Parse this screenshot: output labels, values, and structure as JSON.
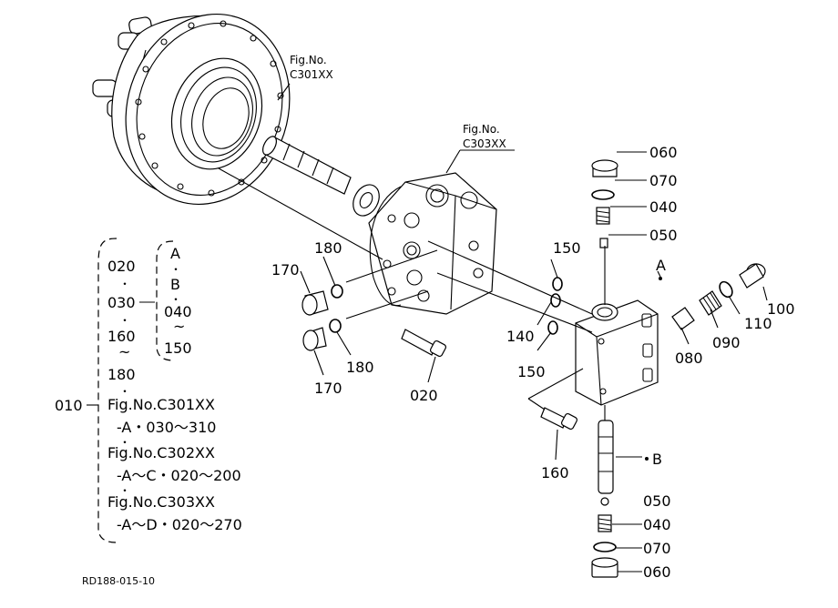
{
  "figure_refs": {
    "upper_left": [
      "Fig.No.",
      "C301XX"
    ],
    "middle": [
      "Fig.No.",
      "C303XX"
    ]
  },
  "callouts": {
    "p060_top": "060",
    "p070_top": "070",
    "p040_top": "040",
    "p050_top": "050",
    "p100": "100",
    "p110": "110",
    "p090": "090",
    "p080": "080",
    "ref_a": "A",
    "ref_b": "B",
    "p150_upper": "150",
    "p140": "140",
    "p150_lower": "150",
    "p180_upper": "180",
    "p170_upper": "170",
    "p180_lower": "180",
    "p170_lower": "170",
    "p020": "020",
    "p160": "160",
    "p050_bottom": "050",
    "p040_bottom": "040",
    "p070_bottom": "070",
    "p060_bottom": "060"
  },
  "legend": {
    "root": "010",
    "list": [
      "020",
      "030",
      "160",
      "180"
    ],
    "sub_head": [
      "A",
      "B"
    ],
    "sub_range": [
      "040",
      "150"
    ],
    "refs": [
      {
        "fig": "Fig.No.C301XX",
        "range": "-A・030～310"
      },
      {
        "fig": "Fig.No.C302XX",
        "range": "-A～C・020～200"
      },
      {
        "fig": "Fig.No.C303XX",
        "range": "-A～D・020～270"
      }
    ]
  },
  "drawing_code": "RD188-015-10"
}
